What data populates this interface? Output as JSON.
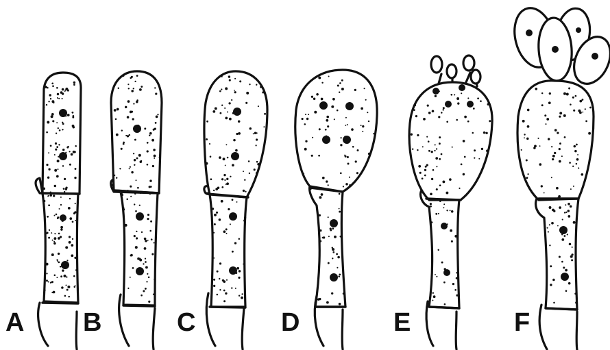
{
  "figure": {
    "stages": [
      {
        "id": "A",
        "label": "A"
      },
      {
        "id": "B",
        "label": "B"
      },
      {
        "id": "C",
        "label": "C"
      },
      {
        "id": "D",
        "label": "D"
      },
      {
        "id": "E",
        "label": "E"
      },
      {
        "id": "F",
        "label": "F"
      }
    ]
  }
}
